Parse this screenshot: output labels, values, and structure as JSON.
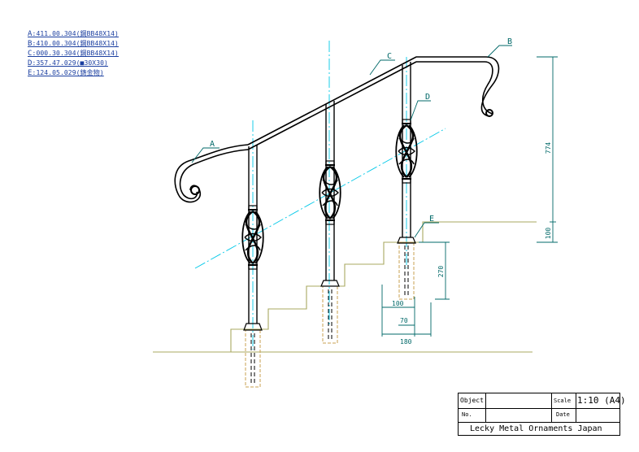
{
  "legend": [
    {
      "code": "A",
      "text": ":411.00.304(鋼BB48X14)"
    },
    {
      "code": "B",
      "text": ":410.00.304(鋼BB48X14)"
    },
    {
      "code": "C",
      "text": ":000.30.304(鋼BB48X14)"
    },
    {
      "code": "D",
      "text": ":357.47.029(■30X30)"
    },
    {
      "code": "E",
      "text": ":124.05.029(鋳金物)"
    }
  ],
  "callouts": {
    "a": "A",
    "b": "B",
    "c": "C",
    "d": "D",
    "e": "E"
  },
  "dimensions": {
    "height_total": "774",
    "height_step": "100",
    "depth": "270",
    "base_100": "100",
    "base_70": "70",
    "base_180": "180"
  },
  "title_block": {
    "object_label": "Object",
    "no_label": "No.",
    "scale_label": "Scale",
    "scale_value": "1:10 (A4)",
    "date_label": "Date",
    "company": "Lecky Metal Ornaments Japan"
  },
  "colors": {
    "rail": "#000000",
    "centerline": "#00c8e8",
    "dimension": "#006868",
    "floor": "#a8a860",
    "foundation": "#c8a050",
    "legend_text": "#1b3fa0"
  }
}
